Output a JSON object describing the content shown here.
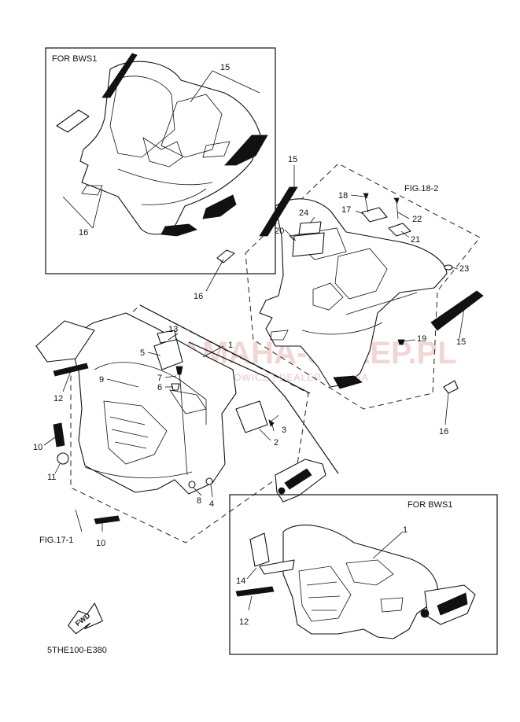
{
  "diagram": {
    "box_top_title": "FOR  BWS1",
    "box_bottom_title": "FOR  BWS1",
    "fig_ref_front": "FIG.17-1",
    "fig_ref_rear": "FIG.18-2",
    "code": "5THE100-E380",
    "fwd_label": "FWD",
    "watermark_main": "YAMAHA-SKLEP.PL",
    "watermark_sub": "MOTOCIECHOWICZ | DEALER YAMAHA"
  },
  "callouts": {
    "c1a": "1",
    "c1b": "1",
    "c2": "2",
    "c3": "3",
    "c4": "4",
    "c5": "5",
    "c6": "6",
    "c7": "7",
    "c8": "8",
    "c9": "9",
    "c10a": "10",
    "c10b": "10",
    "c11": "11",
    "c12a": "12",
    "c12b": "12",
    "c13": "13",
    "c14": "14",
    "c15a": "15",
    "c15b": "15",
    "c15c": "15",
    "c16a": "16",
    "c16b": "16",
    "c16c": "16",
    "c17": "17",
    "c18": "18",
    "c19": "19",
    "c20": "20",
    "c21": "21",
    "c22": "22",
    "c23": "23",
    "c24": "24"
  }
}
